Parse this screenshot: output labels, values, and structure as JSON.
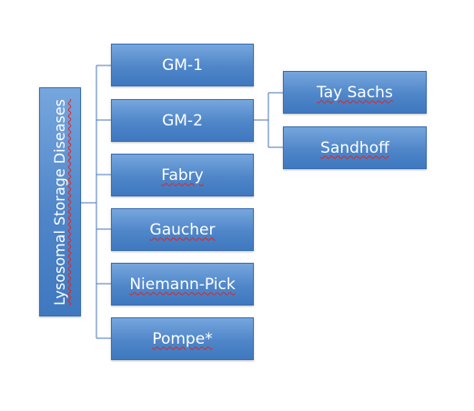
{
  "diagram": {
    "root": {
      "label": "Lysosomal Storage Diseases"
    },
    "categories": [
      {
        "label": "GM-1"
      },
      {
        "label": "GM-2"
      },
      {
        "label": "Fabry"
      },
      {
        "label": "Gaucher"
      },
      {
        "label": "Niemann-Pick"
      },
      {
        "label": "Pompe*"
      }
    ],
    "gm2_children": [
      {
        "label": "Tay Sachs"
      },
      {
        "label": "Sandhoff"
      }
    ],
    "colors": {
      "box_fill": "#4f86c9",
      "box_border": "#3a6eb0",
      "connector": "#4a7ab8",
      "text": "#ffffff",
      "spellcheck_underline": "#e3251c"
    }
  }
}
